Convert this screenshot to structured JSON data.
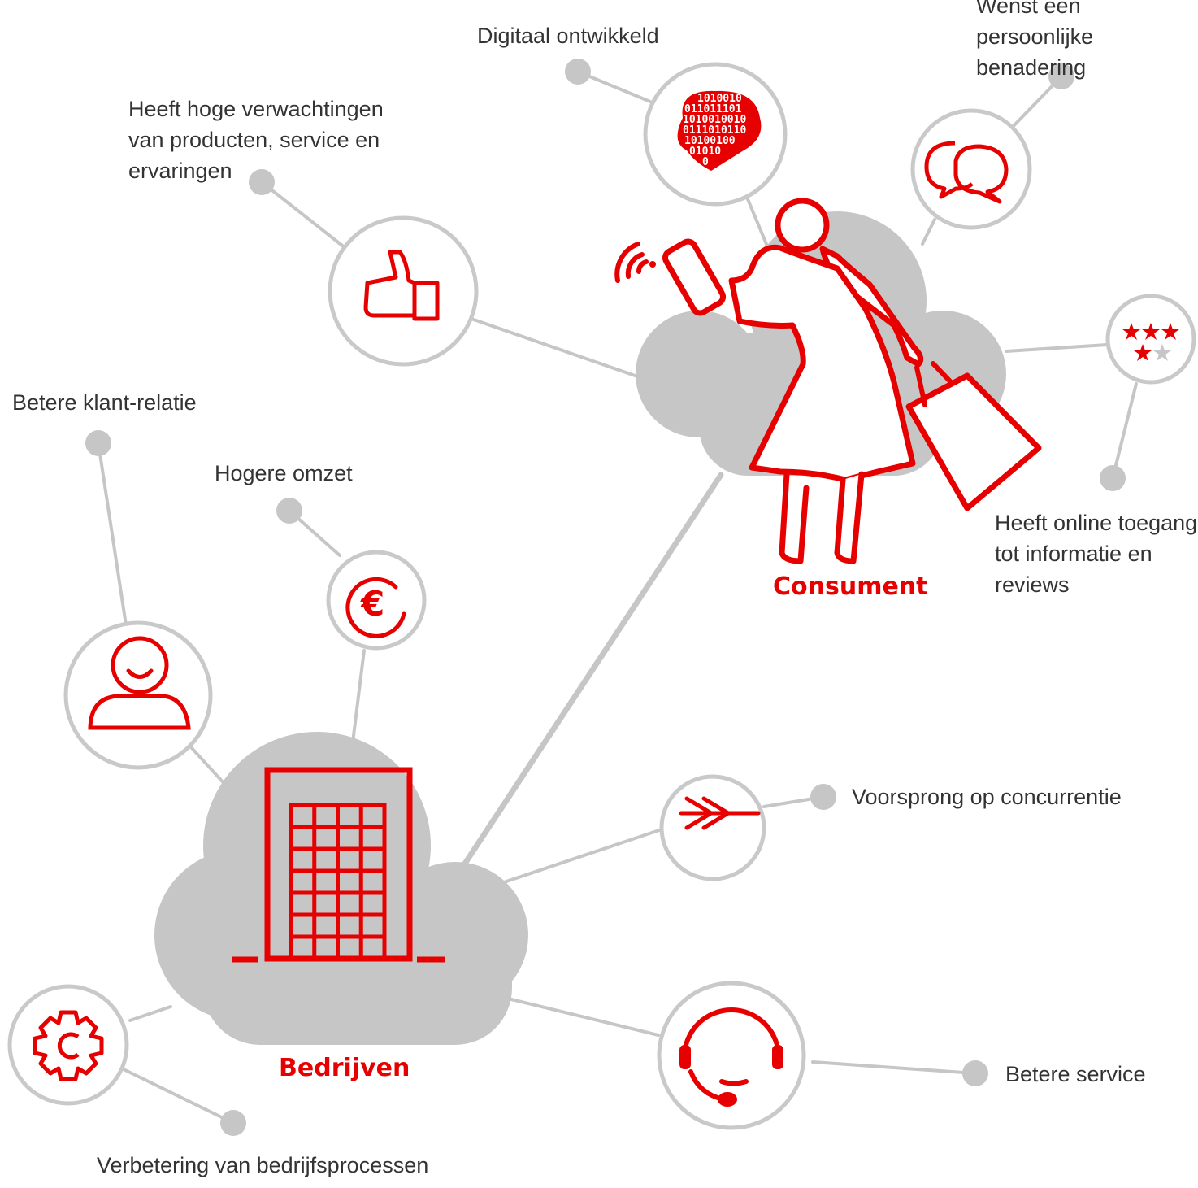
{
  "colors": {
    "accent": "#e60000",
    "line": "#c6c6c6",
    "cloud": "#c6c6c6",
    "ring": "#c9c9c9",
    "text": "#333333",
    "star_inactive": "#c6c6c6"
  },
  "hubs": {
    "consumer": {
      "title": "Consument",
      "icon": "shopper-woman-icon"
    },
    "business": {
      "title": "Bedrijven",
      "icon": "office-building-icon"
    }
  },
  "consumer_traits": [
    {
      "id": "expectations",
      "icon": "thumbs-up-icon",
      "label": "Heeft hoge verwachtingen\nvan producten, service en\nervaringen"
    },
    {
      "id": "digital",
      "icon": "binary-brain-icon",
      "label": "Digitaal ontwikkeld"
    },
    {
      "id": "personal",
      "icon": "speech-bubbles-icon",
      "label": "Wenst een persoonlijke\nbenadering"
    },
    {
      "id": "reviews",
      "icon": "star-rating-icon",
      "label": "Heeft online toegang\ntot informatie en\nreviews",
      "rating": 4,
      "rating_max": 5
    }
  ],
  "business_benefits": [
    {
      "id": "relation",
      "icon": "user-smile-icon",
      "label": "Betere klant-relatie"
    },
    {
      "id": "revenue",
      "icon": "euro-icon",
      "label": "Hogere omzet"
    },
    {
      "id": "competition",
      "icon": "arrow-forward-icon",
      "label": "Voorsprong op concurrentie"
    },
    {
      "id": "service",
      "icon": "headset-icon",
      "label": "Betere service"
    },
    {
      "id": "processes",
      "icon": "gear-icon",
      "label": "Verbetering van bedrijfsprocessen"
    }
  ]
}
